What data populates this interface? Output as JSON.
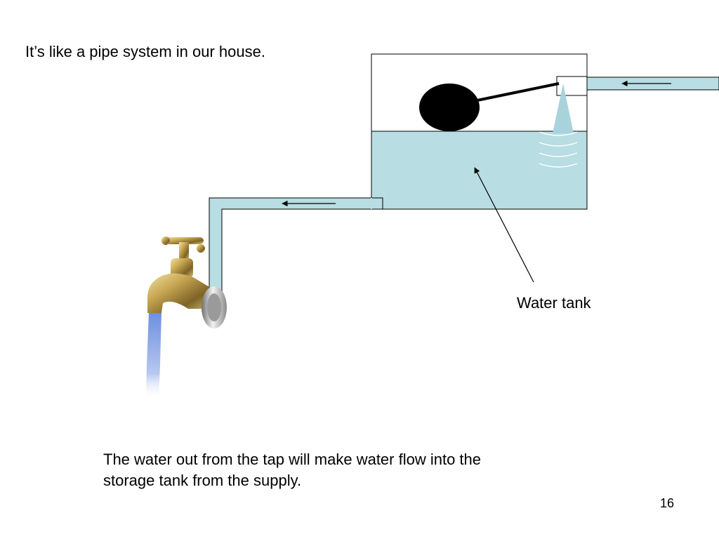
{
  "slide": {
    "heading": "It’s like a pipe system in our house.",
    "tank_label": "Water tank",
    "caption": "The water out from the tap will make water flow into the\nstorage tank from the supply.",
    "page_number": "16"
  },
  "colors": {
    "water": "#b8dde3",
    "outline": "#000000",
    "float": "#000000",
    "tap_metal": "#b89a4a",
    "tap_water": "#9fb6e8"
  }
}
